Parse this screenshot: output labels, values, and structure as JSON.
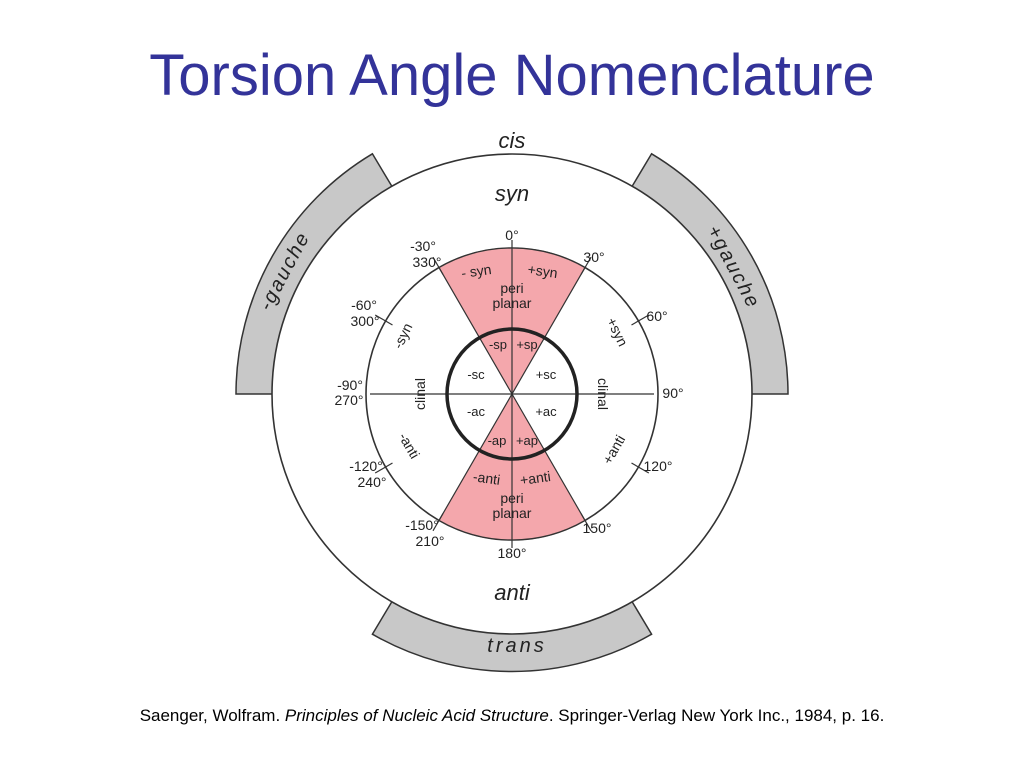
{
  "slide": {
    "title": "Torsion Angle Nomenclature"
  },
  "diagram": {
    "outer_labels": {
      "cis": "cis",
      "syn": "syn",
      "anti": "anti",
      "trans": "trans",
      "minus_gauche": "-gauche",
      "plus_gauche": "+gauche"
    },
    "angle_labels": {
      "a0": "0°",
      "a30": "30°",
      "a60": "60°",
      "a90": "90°",
      "a120": "120°",
      "a150": "150°",
      "a180": "180°",
      "m30": "-30°",
      "a330": "330°",
      "m60": "-60°",
      "a300": "300°",
      "m90": "-90°",
      "a270": "270°",
      "m120": "-120°",
      "a240": "240°",
      "m150": "-150°",
      "a210": "210°"
    },
    "region_labels": {
      "minus_syn_top": "- syn",
      "plus_syn_top": "+syn",
      "peri_top": "peri",
      "planar_top": "planar",
      "minus_syn_side": "-syn",
      "plus_syn_side": "+syn",
      "clinal_left": "clinal",
      "clinal_right": "clinal",
      "minus_anti_side": "-anti",
      "plus_anti_side": "+anti",
      "minus_anti_bottom": "-anti",
      "plus_anti_bottom": "+anti",
      "peri_bottom": "peri",
      "planar_bottom": "planar"
    },
    "inner_labels": {
      "minus_sp": "-sp",
      "plus_sp": "+sp",
      "minus_sc": "-sc",
      "plus_sc": "+sc",
      "minus_ac": "-ac",
      "plus_ac": "+ac",
      "minus_ap": "-ap",
      "plus_ap": "+ap"
    },
    "colors": {
      "title": "#333399",
      "periplanar_fill": "#f4a7ac",
      "gauche_band": "#c8c8c8",
      "line": "#333333"
    }
  },
  "citation": {
    "author": "Saenger, Wolfram. ",
    "book": "Principles of Nucleic Acid Structure",
    "rest": ". Springer-Verlag New York Inc., 1984, p. 16."
  }
}
